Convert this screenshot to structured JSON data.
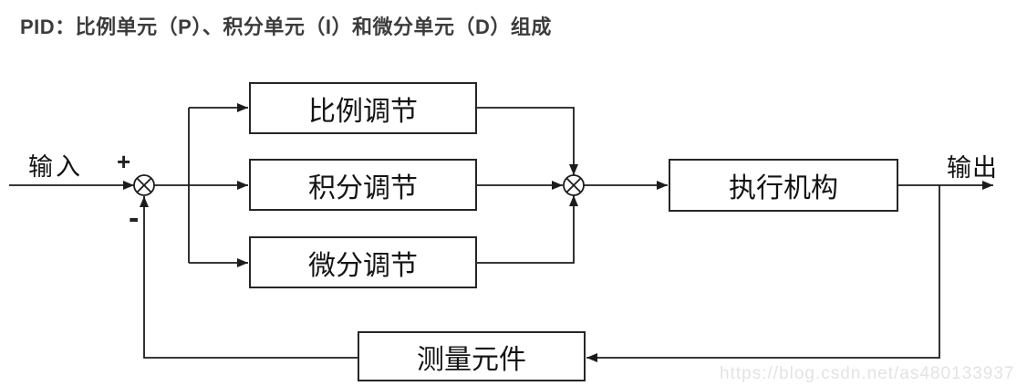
{
  "page": {
    "title": "PID：比例单元（P）、积分单元（I）和微分单元（D）组成",
    "watermark": "https://blog.csdn.net/as480133937"
  },
  "diagram": {
    "labels": {
      "input": "输入",
      "output": "输出",
      "plus": "+",
      "minus": "-"
    },
    "blocks": [
      {
        "id": "proportional",
        "label": "比例调节"
      },
      {
        "id": "integral",
        "label": "积分调节"
      },
      {
        "id": "derivative",
        "label": "微分调节"
      },
      {
        "id": "actuator",
        "label": "执行机构"
      },
      {
        "id": "sensor",
        "label": "测量元件"
      }
    ],
    "junctions": [
      {
        "id": "summing-junction-input",
        "symbol": "circle-with-x"
      },
      {
        "id": "summing-junction-output",
        "symbol": "circle-with-x"
      }
    ]
  },
  "colors": {
    "background": "#ffffff",
    "line": "#1c1c1c",
    "box_border": "#262626",
    "box_fill": "#ffffff",
    "title_text": "#3c3c3c",
    "body_text": "#141414",
    "watermark_text": "#e3e3e3"
  }
}
